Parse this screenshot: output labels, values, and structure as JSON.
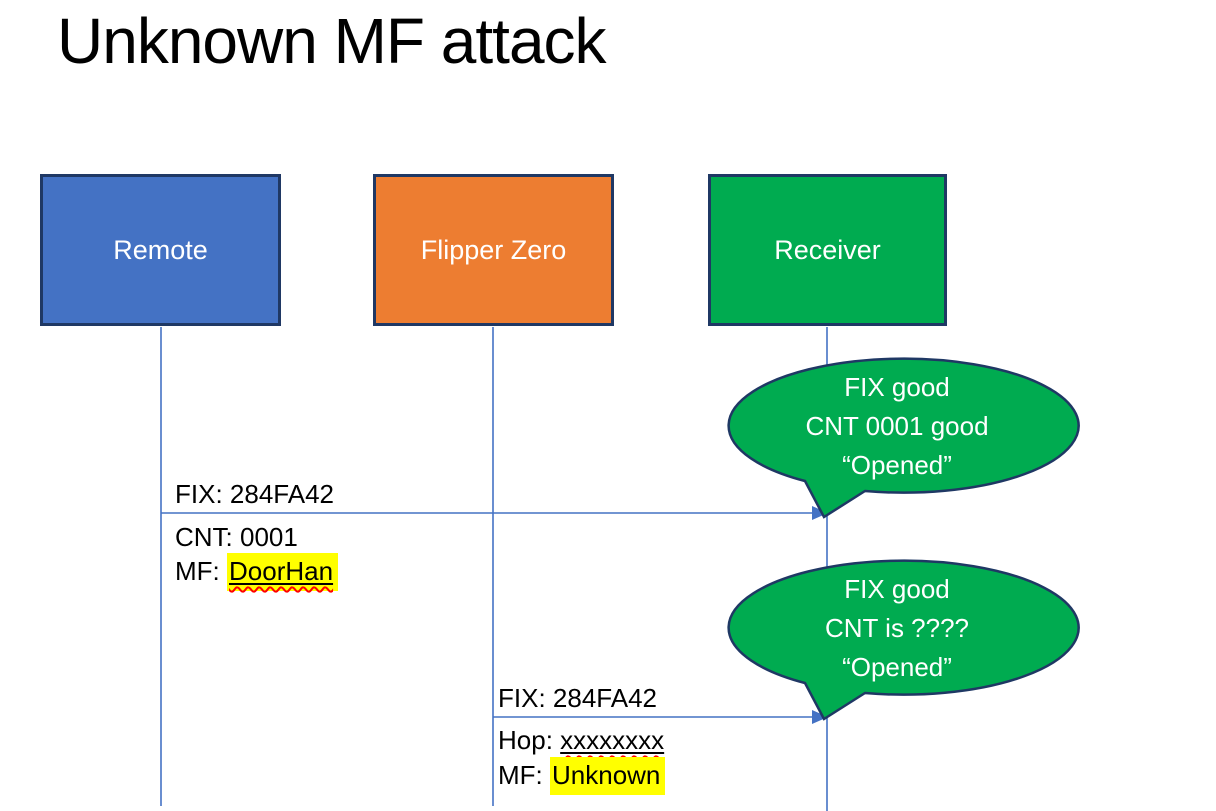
{
  "title": "Unknown MF attack",
  "colors": {
    "actor_blue": "#4472C4",
    "actor_orange": "#ED7D31",
    "actor_green": "#00AB50",
    "shape_border": "#1F3864",
    "connector_blue": "#4472C4",
    "highlight_yellow": "#FFFF00",
    "squiggle_red": "#FF0000",
    "text_white": "#FFFFFF",
    "text_black": "#000000"
  },
  "actors": [
    {
      "label": "Remote"
    },
    {
      "label": "Flipper Zero"
    },
    {
      "label": "Receiver"
    }
  ],
  "messages": [
    {
      "from": "Remote",
      "to": "Receiver",
      "above": "FIX: 284FA42",
      "below": [
        {
          "text": "CNT: 0001"
        },
        {
          "prefix": "MF: ",
          "value": "DoorHan"
        }
      ]
    },
    {
      "from": "Flipper Zero",
      "to": "Receiver",
      "above": "FIX: 284FA42",
      "below": [
        {
          "prefix": "Hop: ",
          "value": "xxxxxxxx"
        },
        {
          "prefix": "MF: ",
          "value": "Unknown"
        }
      ]
    }
  ],
  "callouts": [
    {
      "lines": [
        "FIX good",
        "CNT 0001 good",
        "“Opened”"
      ]
    },
    {
      "lines": [
        "FIX good",
        "CNT is ????",
        "“Opened”"
      ]
    }
  ]
}
